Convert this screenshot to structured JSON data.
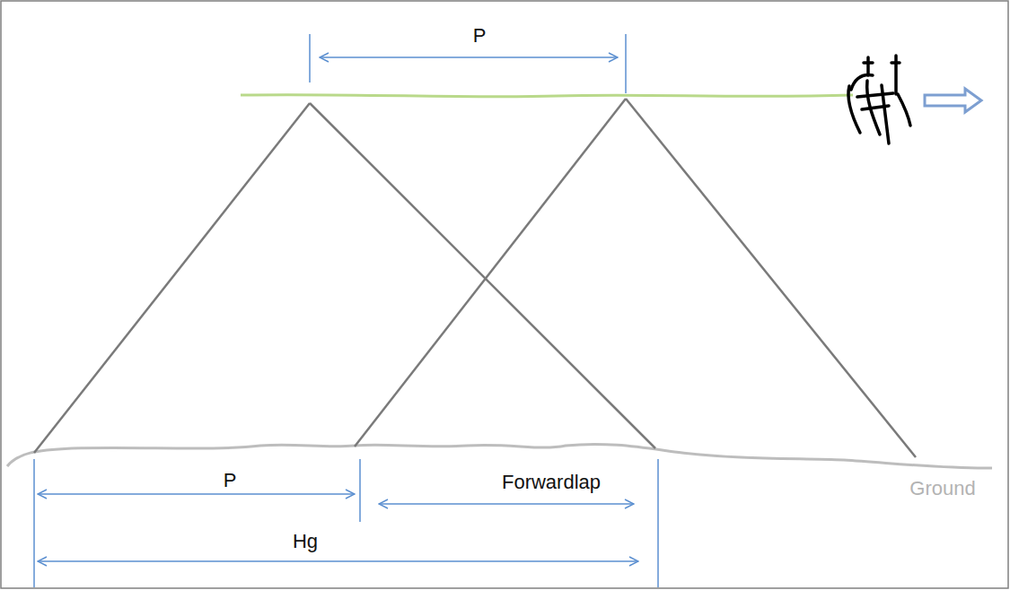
{
  "diagram": {
    "labels": [
      "P",
      "P",
      "Forwardlap",
      "Hg",
      "Ground"
    ]
  }
}
